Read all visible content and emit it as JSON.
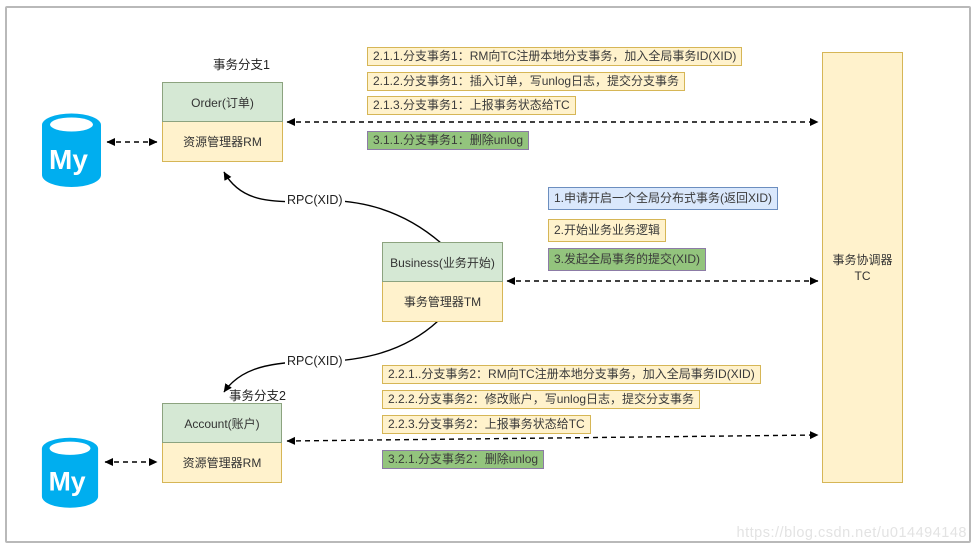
{
  "diagram_title": "Seata distributed transaction flow (AT mode)",
  "labels": {
    "branch1": "事务分支1",
    "branch2": "事务分支2",
    "rpc_top": "RPC(XID)",
    "rpc_bottom": "RPC(XID)"
  },
  "nodes": {
    "mysql_top": {
      "label": "My"
    },
    "mysql_bottom": {
      "label": "My"
    },
    "order": {
      "title": "Order(订单)",
      "subtitle": "资源管理器RM"
    },
    "business": {
      "title": "Business(业务开始)",
      "subtitle": "事务管理器TM"
    },
    "account": {
      "title": "Account(账户)",
      "subtitle": "资源管理器RM"
    },
    "tc": {
      "line1": "事务协调器",
      "line2": "TC"
    }
  },
  "annotations": {
    "branch1_steps": [
      {
        "text": "2.1.1.分支事务1：RM向TC注册本地分支事务，加入全局事务ID(XID)"
      },
      {
        "text": "2.1.2.分支事务1：插入订单，写unlog日志，提交分支事务"
      },
      {
        "text": "2.1.3.分支事务1：上报事务状态给TC"
      }
    ],
    "branch1_commit": {
      "text": "3.1.1.分支事务1：删除unlog"
    },
    "global_steps": [
      {
        "text": "1.申请开启一个全局分布式事务(返回XID)",
        "type": "blue"
      },
      {
        "text": "2.开始业务业务逻辑",
        "type": "yellow"
      },
      {
        "text": "3.发起全局事务的提交(XID)",
        "type": "green"
      }
    ],
    "branch2_steps": [
      {
        "text": "2.2.1..分支事务2：RM向TC注册本地分支事务，加入全局事务ID(XID)"
      },
      {
        "text": "2.2.2.分支事务2：修改账户，写unlog日志，提交分支事务"
      },
      {
        "text": "2.2.3.分支事务2：上报事务状态给TC"
      }
    ],
    "branch2_commit": {
      "text": "3.2.1.分支事务2：删除unlog"
    }
  },
  "colors": {
    "yellow_fill": "#FFF2CC",
    "yellow_border": "#D6B656",
    "green_header_fill": "#D5E8D4",
    "green_header_border": "#8CA37F",
    "blue_fill": "#DAE8FC",
    "blue_border": "#6C8EBF",
    "commit_green_fill": "#93C47D",
    "commit_green_border": "#8C7BA6",
    "mysql_cyan": "#00AEEF",
    "arrow": "#000000"
  },
  "watermark": "https://blog.csdn.net/u014494148"
}
